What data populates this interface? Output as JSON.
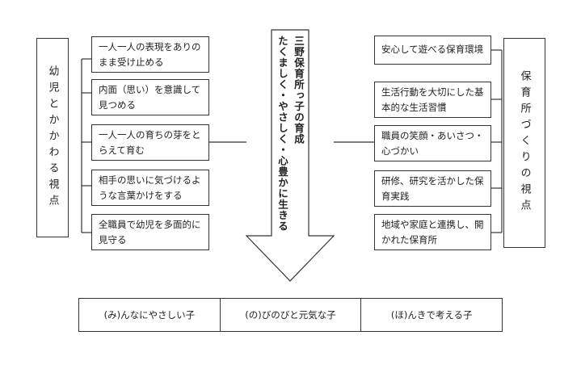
{
  "left_title": "幼児とかかわる視点",
  "left_items": [
    "一人一人の表現をありのまま受け止める",
    "内面（思い）を意識して見つめる",
    "一人一人の育ちの芽をとらえて育む",
    "相手の思いに気づけるような言葉かけをする",
    "全職員で幼児を多面的に見守る"
  ],
  "arrow_lines": [
    "たくましく・やさしく・心豊かに生きる",
    "三野保育所っ子の育成"
  ],
  "right_items": [
    "安心して遊べる保育環境",
    "生活行動を大切にした基本的な生活習慣",
    "職員の笑顔・あいさつ・心づかい",
    "研修、研究を活かした保育実践",
    "地域や家庭と連携し、開かれた保育所"
  ],
  "right_title": "保育所づくりの視点",
  "bottom": [
    "(み)んなにやさしい子",
    "(の)びのびと元気な子",
    "(ほ)んきで考える子"
  ]
}
